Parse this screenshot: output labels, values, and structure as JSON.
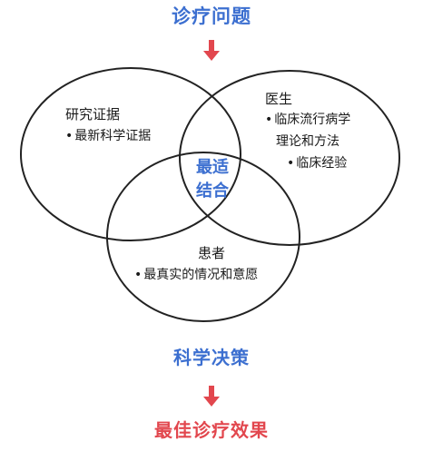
{
  "header": {
    "title": "诊疗问题"
  },
  "circles": {
    "research": {
      "heading": "研究证据",
      "items": [
        "最新科学证据"
      ]
    },
    "doctor": {
      "heading": "医生",
      "items": [
        "临床流行病学",
        "理论和方法",
        "临床经验"
      ]
    },
    "patient": {
      "heading": "患者",
      "items": [
        "最真实的情况和意愿"
      ]
    },
    "center": {
      "line1": "最适",
      "line2": "结合"
    }
  },
  "footer": {
    "decision": "科学决策",
    "outcome": "最佳诊疗效果"
  },
  "colors": {
    "blue": "#3c6fd0",
    "red": "#e2474e",
    "circle_stroke": "#222222"
  }
}
